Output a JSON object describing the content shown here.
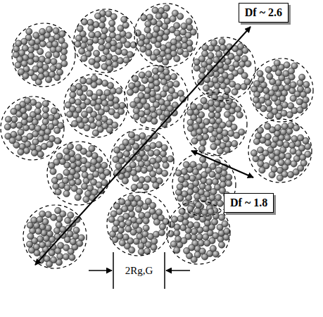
{
  "diagram": {
    "nodes": [
      {
        "text": [
          "Df ~ 2.6"
        ]
      },
      {
        "text": [
          "Df ~ 1.8"
        ]
      }
    ],
    "labels": [
      "2Rg,G"
    ]
  }
}
